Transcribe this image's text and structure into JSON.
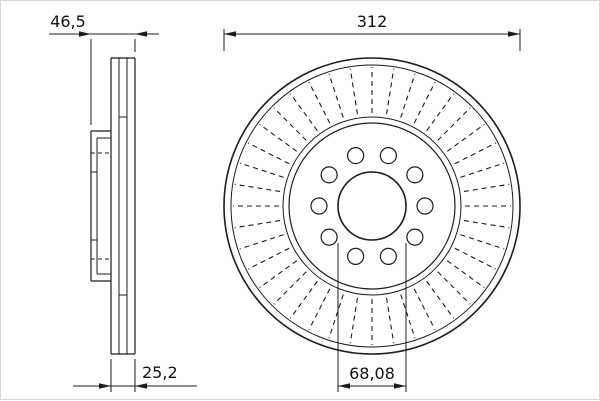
{
  "drawing": {
    "kind": "vented-brake-disc-technical-drawing",
    "background": "#ffffff",
    "line_color": "#1c1c1c",
    "dimensions": {
      "total_width": "46,5",
      "outer_diameter": "312",
      "friction_ring_thickness": "25,2",
      "center_bore_diameter": "68,08"
    },
    "front_view": {
      "vent_slot_count": 40,
      "bolt_hole_count": 10
    }
  }
}
